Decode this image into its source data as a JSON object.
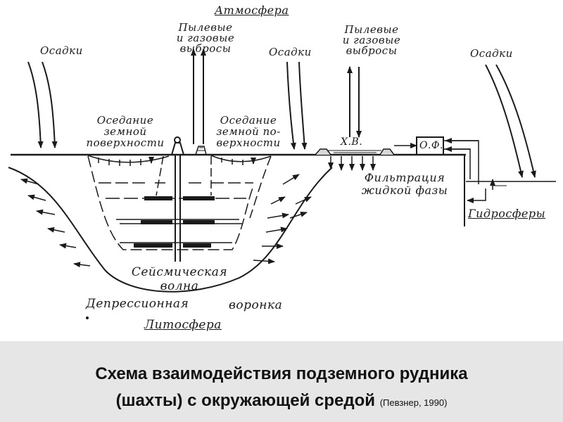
{
  "diagram": {
    "atmosphere": "Атмосфера",
    "lithosphere": "Литосфера",
    "hydrosphere": "Гидросферы",
    "precip_left": "Осадки",
    "precip_mid": "Осадки",
    "precip_right": "Осадки",
    "emissions_1": [
      "Пылевые",
      "и газовые",
      "выбросы"
    ],
    "emissions_2": [
      "Пылевые",
      "и газовые",
      "выбросы"
    ],
    "subsidence_1": [
      "Оседание",
      "земной",
      "поверхности"
    ],
    "subsidence_2": [
      "Оседание",
      "земной по-",
      "верхности"
    ],
    "tailings": "Х.В.",
    "treatment": "О.Ф.",
    "filtration": [
      "Фильтрация",
      "жидкой фазы"
    ],
    "seismic": [
      "Сейсмическая",
      "волна"
    ],
    "depression_1": "Депрессионная",
    "depression_2": "воронка"
  },
  "caption": {
    "line1": "Схема взаимодействия подземного рудника",
    "line2": "(шахты) с окружающей средой",
    "citation": "(Певзнер, 1990)"
  }
}
